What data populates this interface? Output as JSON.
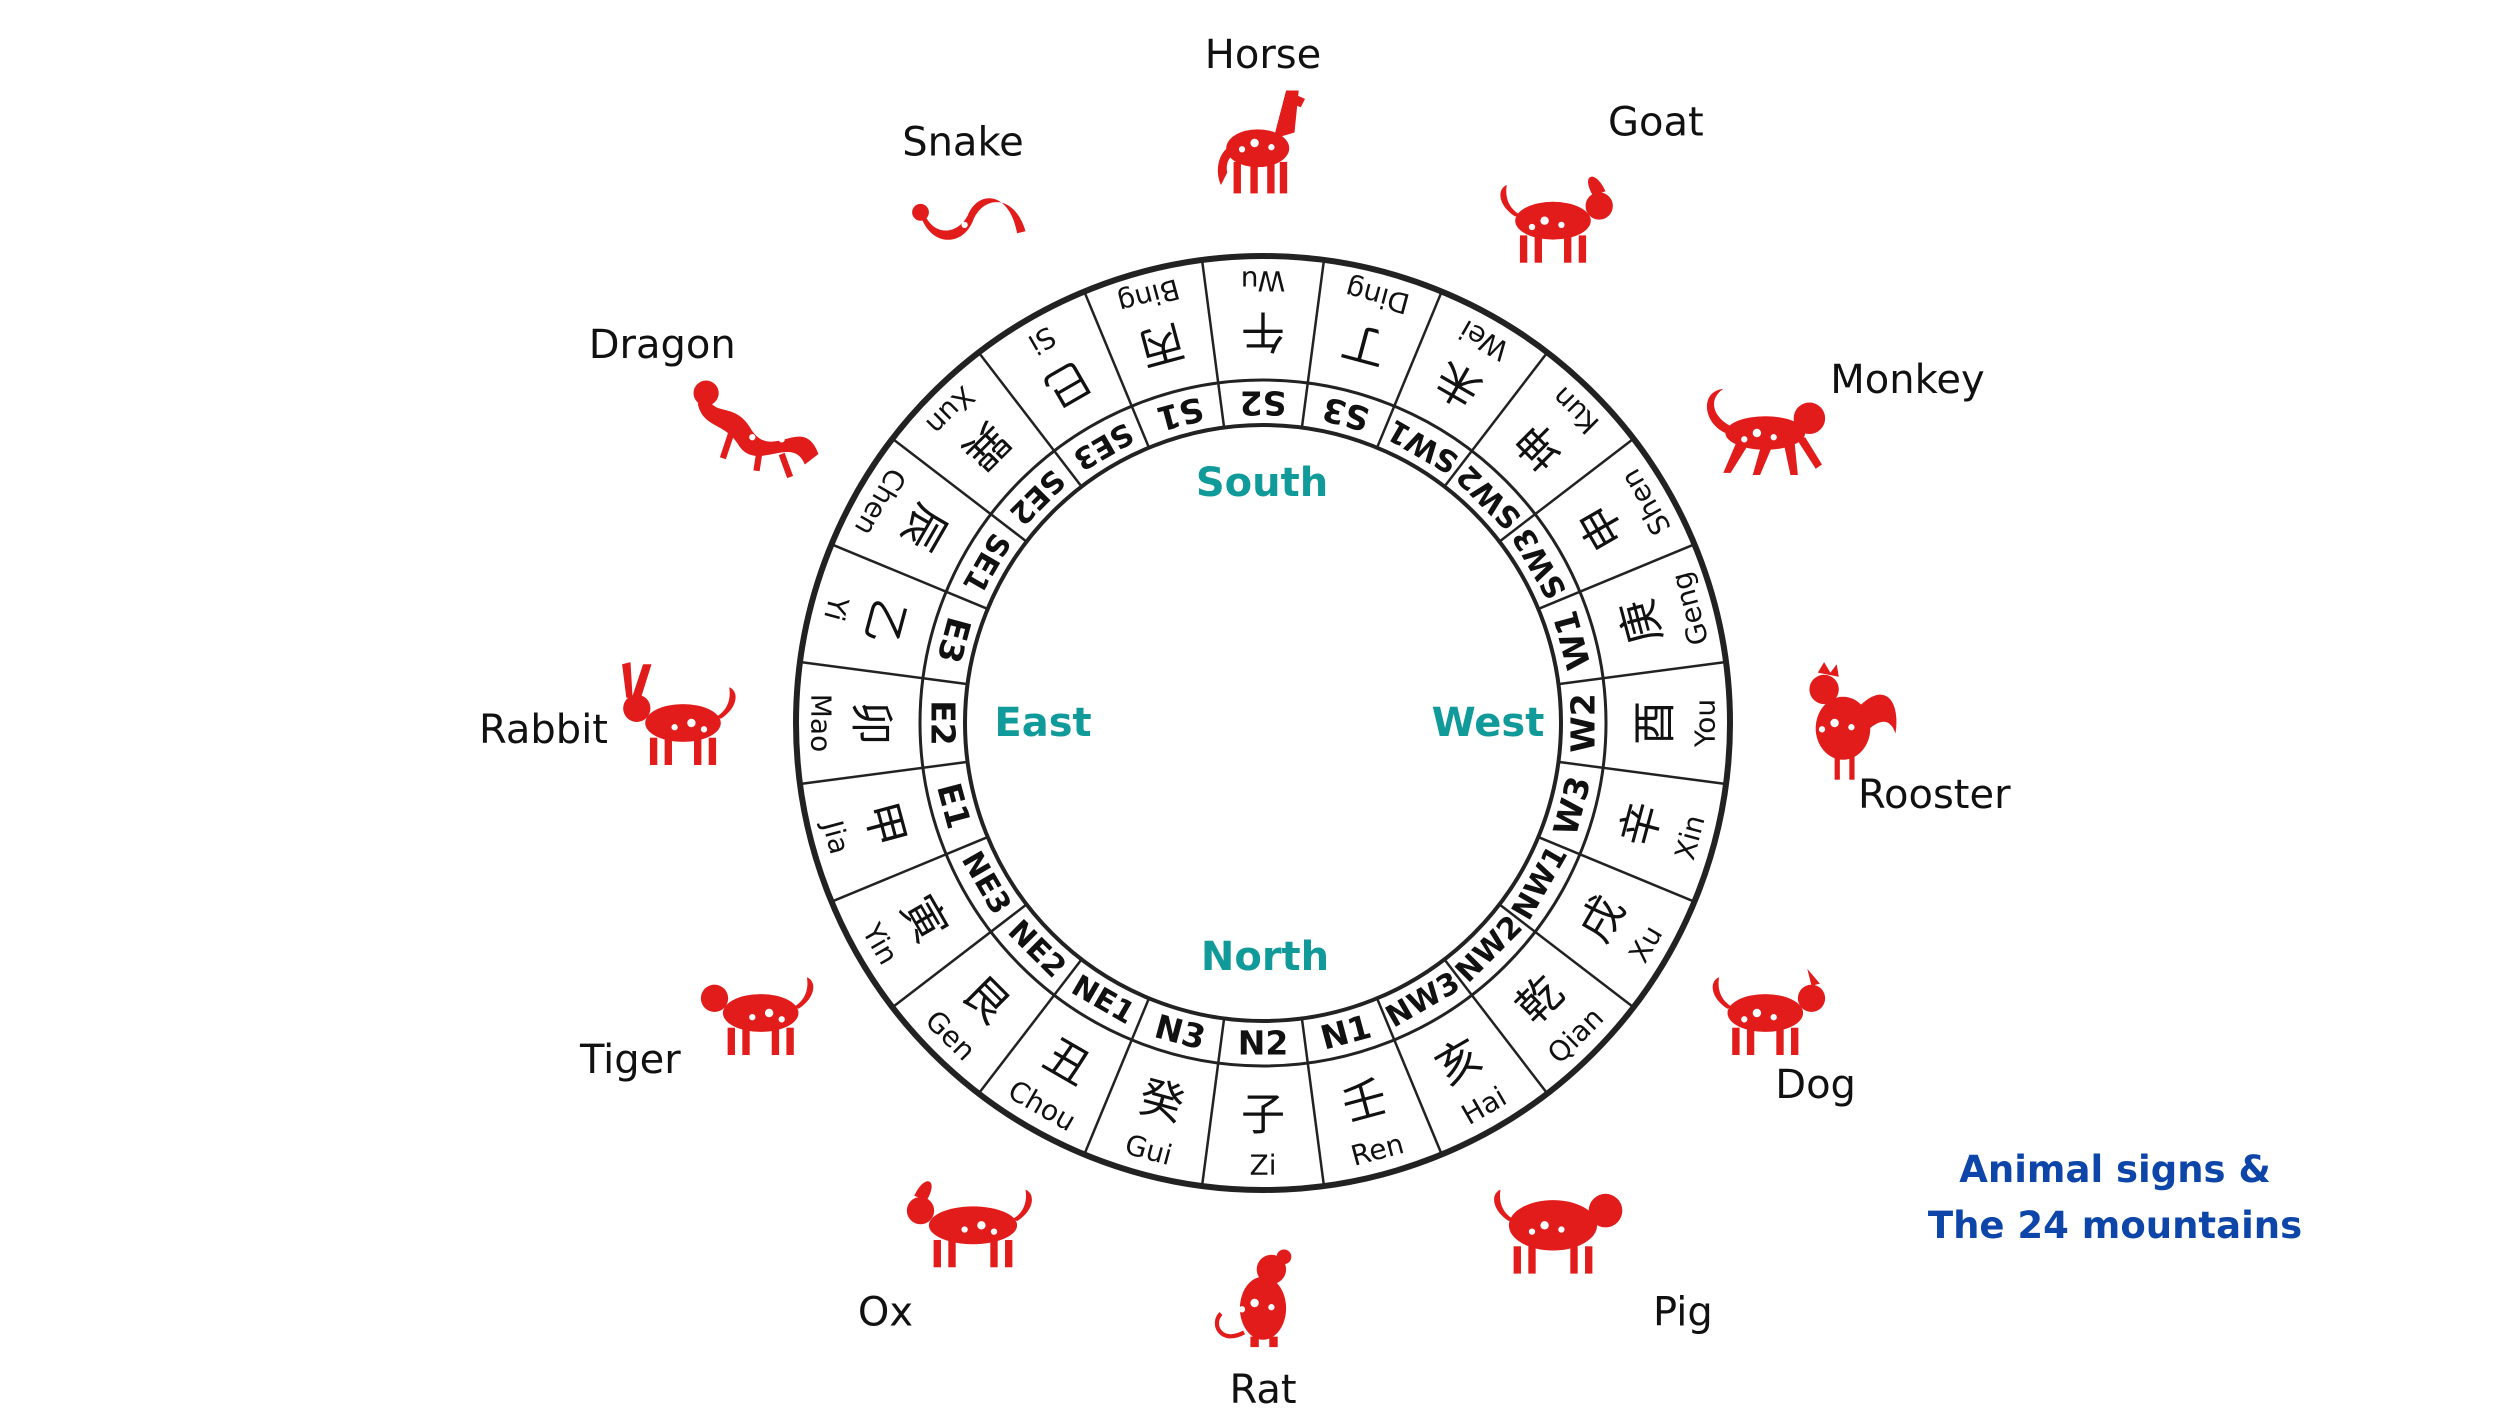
{
  "mountains": [
    {
      "code": "S1",
      "char": "丙",
      "pinyin": "Bing"
    },
    {
      "code": "S2",
      "char": "午",
      "pinyin": "Wu"
    },
    {
      "code": "S3",
      "char": "丁",
      "pinyin": "Ding"
    },
    {
      "code": "SW1",
      "char": "未",
      "pinyin": "Wei"
    },
    {
      "code": "SW2",
      "char": "坤",
      "pinyin": "Kun"
    },
    {
      "code": "SW3",
      "char": "申",
      "pinyin": "Shen"
    },
    {
      "code": "W1",
      "char": "庚",
      "pinyin": "Geng"
    },
    {
      "code": "W2",
      "char": "酉",
      "pinyin": "You"
    },
    {
      "code": "W3",
      "char": "辛",
      "pinyin": "Xin"
    },
    {
      "code": "NW1",
      "char": "戌",
      "pinyin": "Xu"
    },
    {
      "code": "NW2",
      "char": "乾",
      "pinyin": "Qian"
    },
    {
      "code": "NW3",
      "char": "亥",
      "pinyin": "Hai"
    },
    {
      "code": "N1",
      "char": "壬",
      "pinyin": "Ren"
    },
    {
      "code": "N2",
      "char": "子",
      "pinyin": "Zi"
    },
    {
      "code": "N3",
      "char": "癸",
      "pinyin": "Gui"
    },
    {
      "code": "NE1",
      "char": "丑",
      "pinyin": "Chou"
    },
    {
      "code": "NE2",
      "char": "艮",
      "pinyin": "Gen"
    },
    {
      "code": "NE3",
      "char": "寅",
      "pinyin": "Yin"
    },
    {
      "code": "E1",
      "char": "甲",
      "pinyin": "Jia"
    },
    {
      "code": "E2",
      "char": "卯",
      "pinyin": "Mao"
    },
    {
      "code": "E3",
      "char": "乙",
      "pinyin": "Yi"
    },
    {
      "code": "SE1",
      "char": "辰",
      "pinyin": "Chen"
    },
    {
      "code": "SE2",
      "char": "巽",
      "pinyin": "Xun"
    },
    {
      "code": "SE3",
      "char": "巳",
      "pinyin": "Si"
    }
  ],
  "directions": {
    "south": "South",
    "west": "West",
    "north": "North",
    "east": "East"
  },
  "animals": [
    {
      "label": "Horse",
      "icon": "horse-icon"
    },
    {
      "label": "Goat",
      "icon": "goat-icon"
    },
    {
      "label": "Monkey",
      "icon": "monkey-icon"
    },
    {
      "label": "Rooster",
      "icon": "rooster-icon"
    },
    {
      "label": "Dog",
      "icon": "dog-icon"
    },
    {
      "label": "Pig",
      "icon": "pig-icon"
    },
    {
      "label": "Rat",
      "icon": "rat-icon"
    },
    {
      "label": "Ox",
      "icon": "ox-icon"
    },
    {
      "label": "Tiger",
      "icon": "tiger-icon"
    },
    {
      "label": "Rabbit",
      "icon": "rabbit-icon"
    },
    {
      "label": "Dragon",
      "icon": "dragon-icon"
    },
    {
      "label": "Snake",
      "icon": "snake-icon"
    }
  ],
  "caption": {
    "line1": "Animal signs &",
    "line2": "The 24 mountains"
  },
  "colors": {
    "direction_text": "#119a9a",
    "animal_red": "#e21b1b",
    "caption_blue": "#0d45a8",
    "ring_stroke": "#222222",
    "label_text": "#111111"
  }
}
